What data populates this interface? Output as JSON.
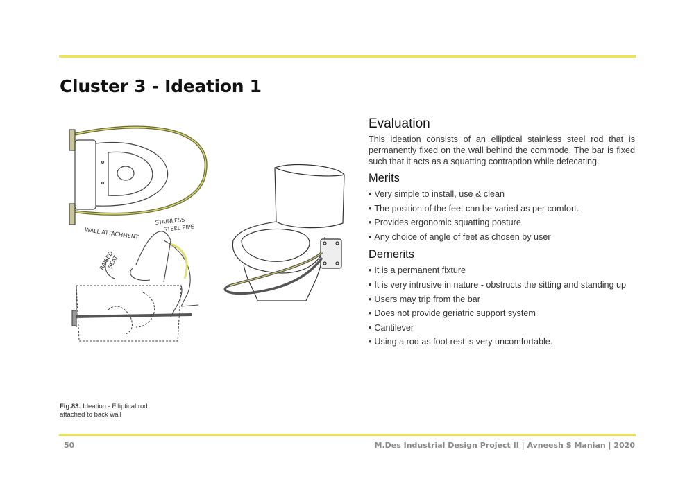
{
  "page": {
    "title": "Cluster 3 - Ideation 1",
    "number": "50",
    "footer_credit": "M.Des Industrial Design Project II | Avneesh S Manian | 2020",
    "accent_color": "#f0e64a"
  },
  "figure": {
    "number": "Fig.83.",
    "caption": "Ideation - Elliptical rod attached to back wall",
    "sketch_notes": {
      "wall_attachment": "WALL ATTACHMENT",
      "steel_pipe_line1": "STAINLESS",
      "steel_pipe_line2": "STEEL PIPE",
      "raised_seat_line1": "RAISED",
      "raised_seat_line2": "SEAT"
    }
  },
  "evaluation": {
    "heading": "Evaluation",
    "body": "This ideation consists of an elliptical stainless steel rod that is permanently fixed on the wall behind the commode. The bar is fixed such that it acts as a squatting contraption while defecating."
  },
  "merits": {
    "heading": "Merits",
    "items": [
      "Very simple to install, use & clean",
      "The position of the feet can be varied as per comfort.",
      "Provides ergonomic squatting posture",
      "Any choice of angle of feet as chosen by user"
    ]
  },
  "demerits": {
    "heading": "Demerits",
    "items": [
      "It is a permanent fixture",
      "It is very intrusive in nature - obstructs the sitting and standing up",
      "Users may trip from the bar",
      "Does not provide geriatric support system",
      "Cantilever",
      "Using a rod as foot rest is very uncomfortable."
    ]
  },
  "bullet_glyph": "•"
}
